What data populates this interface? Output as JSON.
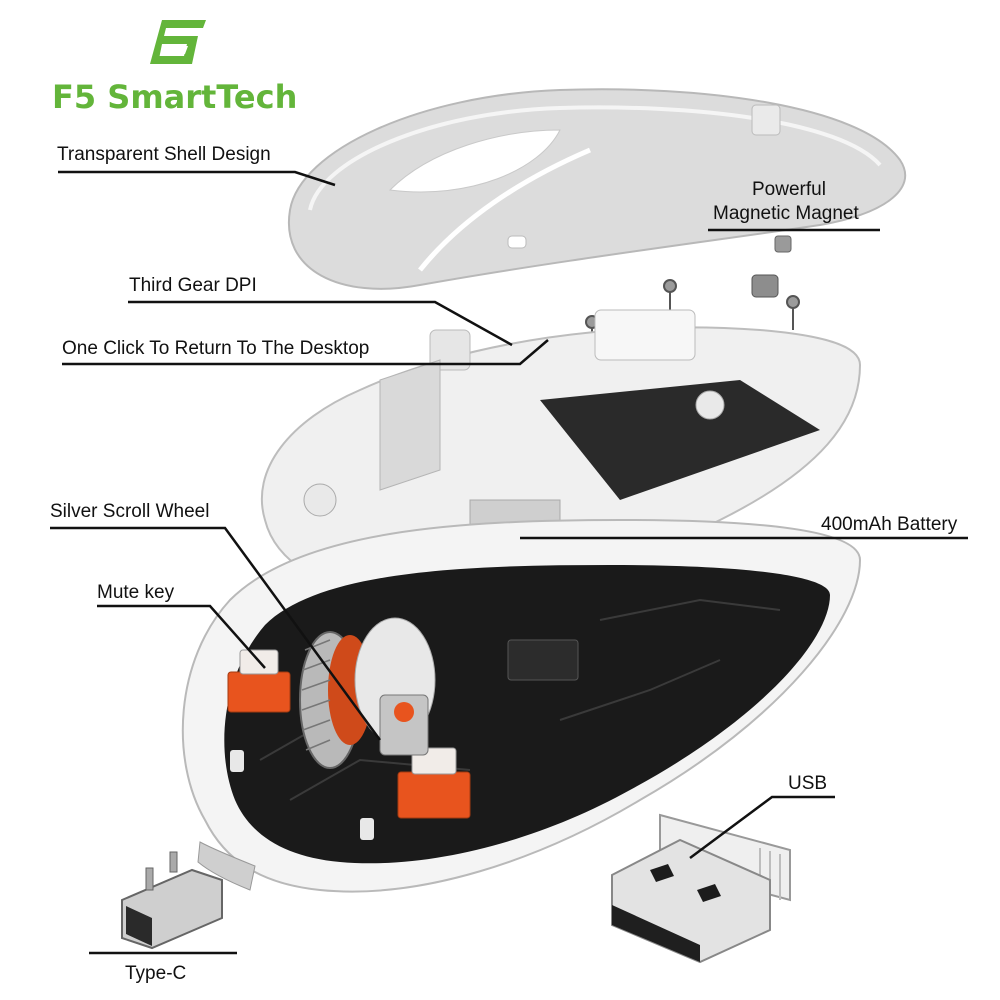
{
  "brand": {
    "name": "F5 SmartTech",
    "logo_icon": "f5-logo-icon",
    "color": "#63b53a"
  },
  "callouts": [
    {
      "id": "shell",
      "label": "Transparent Shell Design"
    },
    {
      "id": "magnet",
      "label_line1": "Powerful",
      "label_line2": "Magnetic Magnet"
    },
    {
      "id": "dpi",
      "label": "Third Gear DPI"
    },
    {
      "id": "desktop",
      "label": "One Click To Return To The Desktop"
    },
    {
      "id": "scroll",
      "label": "Silver Scroll Wheel"
    },
    {
      "id": "battery",
      "label": "400mAh Battery"
    },
    {
      "id": "mute",
      "label": "Mute key"
    },
    {
      "id": "usb",
      "label": "USB"
    },
    {
      "id": "typec",
      "label": "Type-C"
    }
  ],
  "colors": {
    "switch_orange": "#e8541e",
    "pcb_black": "#1a1a1a",
    "shell_white": "#f2f2f2",
    "leader_line": "#111111"
  }
}
